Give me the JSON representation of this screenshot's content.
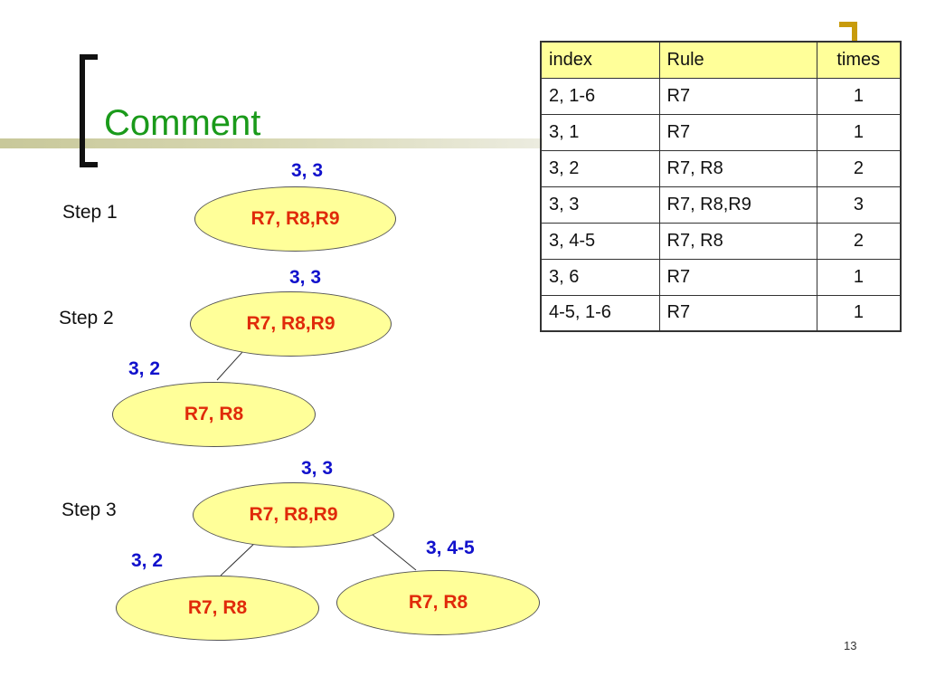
{
  "slide": {
    "title": "Comment",
    "page_number": "13"
  },
  "steps": {
    "step1": "Step 1",
    "step2": "Step 2",
    "step3": "Step 3"
  },
  "tree": {
    "s1_root": {
      "label": "3, 3",
      "rules": "R7, R8,R9"
    },
    "s2_root": {
      "label": "3, 3",
      "rules": "R7, R8,R9"
    },
    "s2_left": {
      "label": "3, 2",
      "rules": "R7, R8"
    },
    "s3_root": {
      "label": "3, 3",
      "rules": "R7, R8,R9"
    },
    "s3_left": {
      "label": "3, 2",
      "rules": "R7, R8"
    },
    "s3_right": {
      "label": "3, 4-5",
      "rules": "R7, R8"
    }
  },
  "table": {
    "headers": [
      "index",
      "Rule",
      "times"
    ],
    "rows": [
      [
        "2, 1-6",
        "R7",
        "1"
      ],
      [
        "3, 1",
        "R7",
        "1"
      ],
      [
        "3, 2",
        "R7, R8",
        "2"
      ],
      [
        "3, 3",
        "R7, R8,R9",
        "3"
      ],
      [
        "3, 4-5",
        "R7, R8",
        "2"
      ],
      [
        "3, 6",
        "R7",
        "1"
      ],
      [
        "4-5, 1-6",
        "R7",
        "1"
      ]
    ]
  },
  "colors": {
    "title": "#1a9a1a",
    "node_fill": "#ffff99",
    "rule_text": "#e02a0a",
    "node_label": "#1111cc",
    "accent": "#c89b0c"
  }
}
